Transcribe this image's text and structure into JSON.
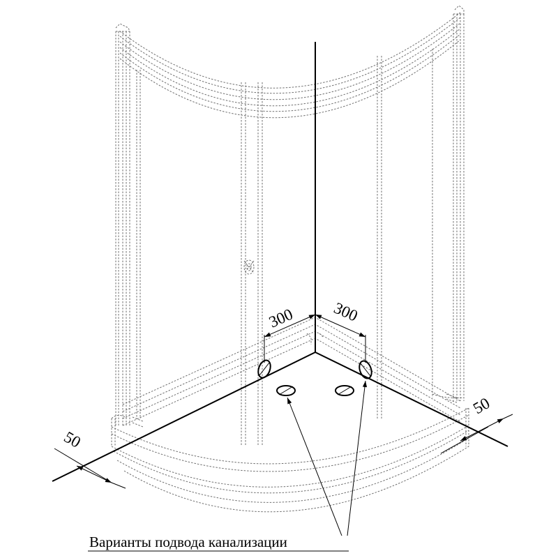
{
  "dimensions": {
    "wall_left": "300",
    "wall_right": "300",
    "offset_left": "50",
    "offset_right": "50"
  },
  "caption": "Варианты подвода канализации",
  "colors": {
    "line": "#000000",
    "hidden_line": "#6e6e6e",
    "background": "#ffffff"
  }
}
